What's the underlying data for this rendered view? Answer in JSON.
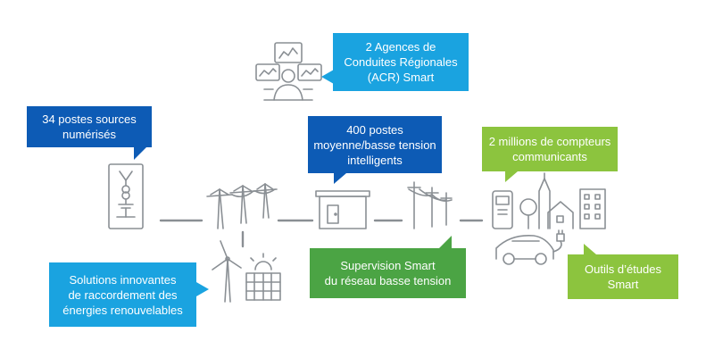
{
  "colors": {
    "icon_stroke": "#8a8f94",
    "light_blue": "#1aa3e0",
    "dark_blue": "#0d5bb5",
    "green_dark": "#4ba444",
    "green_light": "#8cc43e"
  },
  "callouts": {
    "acr": {
      "lines": [
        "2 Agences de",
        "Conduites Régionales",
        "(ACR) Smart"
      ],
      "color": "light_blue",
      "icon": "control-operator-icon"
    },
    "postes_sources": {
      "lines": [
        "34 postes sources",
        "numérisés"
      ],
      "color": "dark_blue",
      "icon": "substation-icon"
    },
    "postes_mbt": {
      "lines": [
        "400 postes",
        "moyenne/basse tension",
        "intelligents"
      ],
      "color": "dark_blue",
      "icon": "transformer-building-icon"
    },
    "compteurs": {
      "lines": [
        "2 millions de compteurs",
        "communicants"
      ],
      "color": "green_light",
      "icon": "smart-meter-icon"
    },
    "renouvelables": {
      "lines": [
        "Solutions innovantes",
        "de raccordement des",
        "énergies renouvelables"
      ],
      "color": "light_blue",
      "icon": "wind-solar-icon"
    },
    "supervision": {
      "lines": [
        "Supervision Smart",
        "du réseau basse tension"
      ],
      "color": "green_dark",
      "icon": "low-voltage-poles-icon"
    },
    "outils": {
      "lines": [
        "Outils d’études",
        "Smart"
      ],
      "color": "green_light",
      "icon": "electric-car-icon"
    }
  }
}
